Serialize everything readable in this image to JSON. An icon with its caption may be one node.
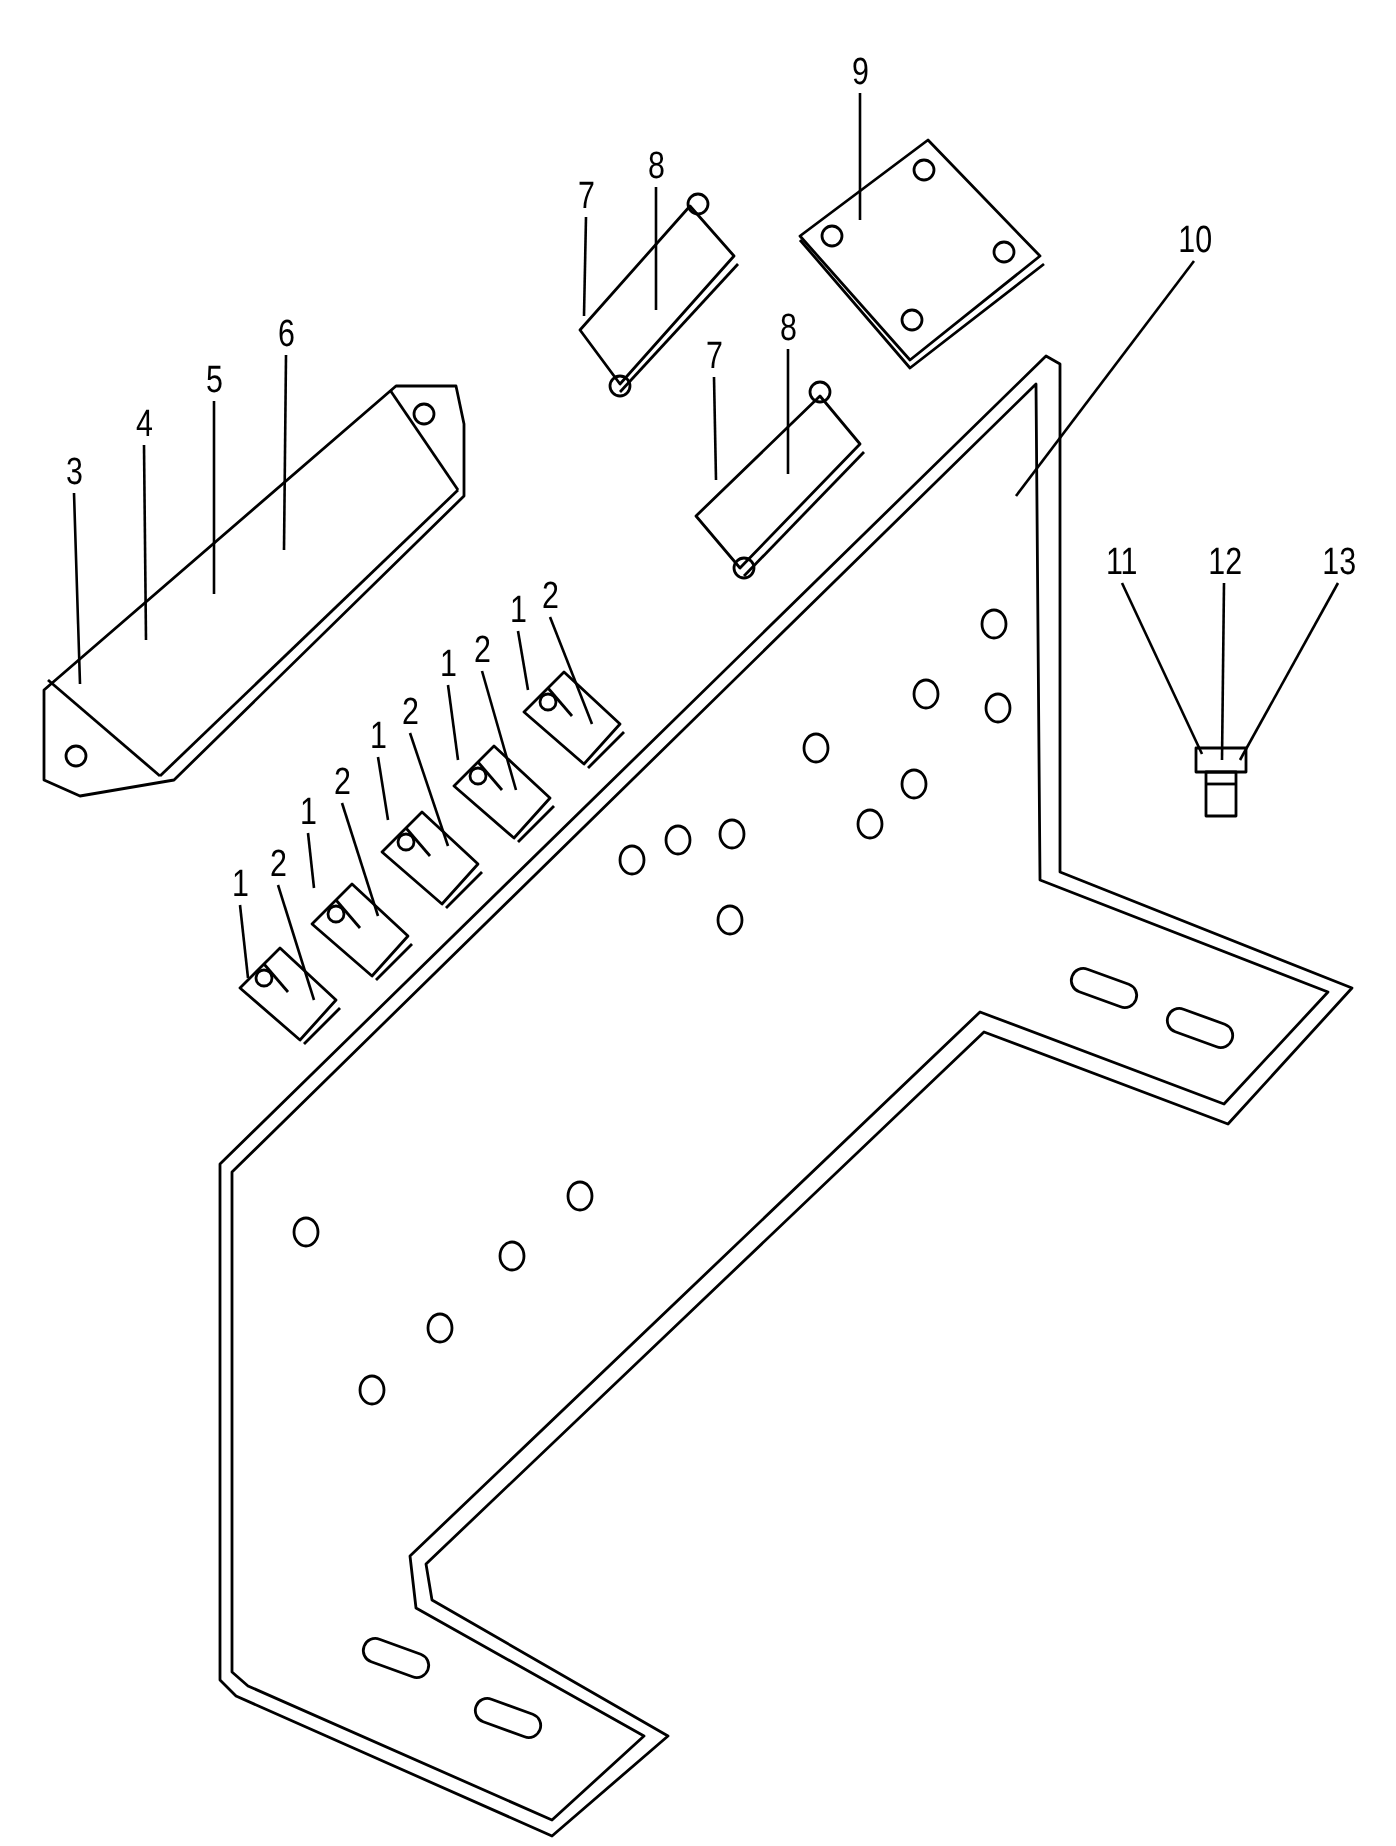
{
  "diagram": {
    "nodes": [
      {
        "text": [
          "9"
        ]
      },
      {
        "text": [
          "8"
        ]
      },
      {
        "text": [
          "7"
        ]
      },
      {
        "text": [
          "10"
        ]
      },
      {
        "text": [
          "6"
        ]
      },
      {
        "text": [
          "5"
        ]
      },
      {
        "text": [
          "4"
        ]
      },
      {
        "text": [
          "3"
        ]
      },
      {
        "text": [
          "8"
        ]
      },
      {
        "text": [
          "7"
        ]
      },
      {
        "text": [
          "11"
        ]
      },
      {
        "text": [
          "12"
        ]
      },
      {
        "text": [
          "13"
        ]
      },
      {
        "text": [
          "2"
        ]
      },
      {
        "text": [
          "1"
        ]
      },
      {
        "text": [
          "2"
        ]
      },
      {
        "text": [
          "1"
        ]
      },
      {
        "text": [
          "2"
        ]
      },
      {
        "text": [
          "1"
        ]
      },
      {
        "text": [
          "2"
        ]
      },
      {
        "text": [
          "1"
        ]
      },
      {
        "text": [
          "2"
        ]
      },
      {
        "text": [
          "1"
        ]
      },
      {
        "text": [],
        "shape": "picture"
      },
      {
        "text": [],
        "shape": "picture"
      },
      {
        "text": [],
        "shape": "picture"
      },
      {
        "text": [],
        "shape": "picture"
      },
      {
        "text": [],
        "shape": "picture"
      },
      {
        "text": [],
        "shape": "picture"
      },
      {
        "text": [],
        "shape": "picture"
      },
      {
        "text": [],
        "shape": "picture"
      },
      {
        "text": [],
        "shape": "picture"
      },
      {
        "text": [],
        "shape": "picture"
      },
      {
        "text": [],
        "shape": "picture"
      }
    ],
    "edges": [
      {
        "from": 0,
        "to": 23,
        "arrow": "none"
      },
      {
        "from": 1,
        "to": 24,
        "arrow": "none"
      },
      {
        "from": 2,
        "to": 24,
        "arrow": "none"
      },
      {
        "from": 3,
        "to": 25,
        "arrow": "none"
      },
      {
        "from": 4,
        "to": 26,
        "arrow": "none"
      },
      {
        "from": 5,
        "to": 26,
        "arrow": "none"
      },
      {
        "from": 6,
        "to": 26,
        "arrow": "none"
      },
      {
        "from": 7,
        "to": 26,
        "arrow": "none"
      },
      {
        "from": 8,
        "to": 27,
        "arrow": "none"
      },
      {
        "from": 9,
        "to": 27,
        "arrow": "none"
      },
      {
        "from": 10,
        "to": 28,
        "arrow": "none"
      },
      {
        "from": 11,
        "to": 28,
        "arrow": "none"
      },
      {
        "from": 12,
        "to": 28,
        "arrow": "none"
      },
      {
        "from": 13,
        "to": 29,
        "arrow": "none"
      },
      {
        "from": 14,
        "to": 29,
        "arrow": "none"
      },
      {
        "from": 15,
        "to": 30,
        "arrow": "none"
      },
      {
        "from": 16,
        "to": 30,
        "arrow": "none"
      },
      {
        "from": 17,
        "to": 31,
        "arrow": "none"
      },
      {
        "from": 18,
        "to": 31,
        "arrow": "none"
      },
      {
        "from": 19,
        "to": 32,
        "arrow": "none"
      },
      {
        "from": 20,
        "to": 32,
        "arrow": "none"
      },
      {
        "from": 21,
        "to": 33,
        "arrow": "none"
      },
      {
        "from": 22,
        "to": 33,
        "arrow": "none"
      }
    ]
  }
}
